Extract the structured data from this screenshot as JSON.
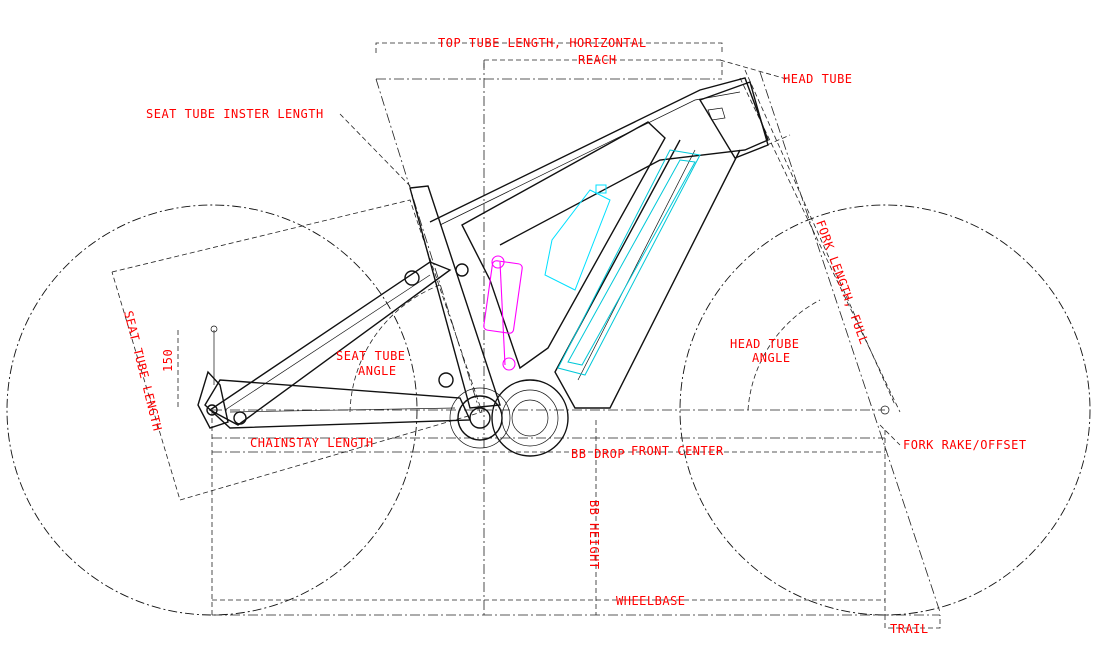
{
  "labels": {
    "top_tube_length": "TOP TUBE LENGTH, HORIZONTAL",
    "reach": "REACH",
    "head_tube": "HEAD TUBE",
    "seat_tube_insert": "SEAT TUBE INSTER LENGTH",
    "seat_tube_length": "SEAT TUBE LENGTH",
    "seat_tube_angle_1": "SEAT TUBE",
    "seat_tube_angle_2": "ANGLE",
    "head_tube_angle_1": "HEAD TUBE",
    "head_tube_angle_2": "ANGLE",
    "fork_length": "FORK LENGTH, FULL",
    "fork_rake": "FORK RAKE/OFFSET",
    "chainstay_length": "CHAINSTAY LENGTH",
    "bb_drop": "BB DROP",
    "front_center": "FRONT CENTER",
    "bb_height": "BB HEIGHT",
    "wheelbase": "WHEELBASE",
    "trail": "TRAIL",
    "dim_150": "150"
  },
  "colors": {
    "label": "#ff0000",
    "lines": "#111111",
    "battery": "#00c8d8",
    "shock": "#ff00ff",
    "bottle": "#00e0ff"
  }
}
